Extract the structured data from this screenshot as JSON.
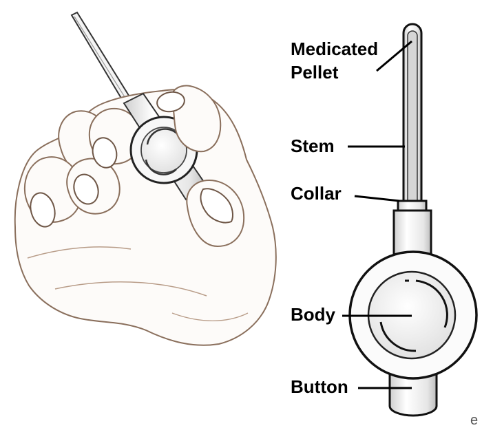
{
  "labels": {
    "medicated_line1": "Medicated",
    "medicated_line2": "Pellet",
    "stem": "Stem",
    "collar": "Collar",
    "body": "Body",
    "button": "Button"
  },
  "watermark": "e",
  "colors": {
    "outline": "#111111",
    "hand_line": "#8a6f5c",
    "hand_fill": "#fdfbf9",
    "device_fill": "#f6f6f6",
    "shade": "#c9c9c9",
    "leader": "#000000"
  }
}
